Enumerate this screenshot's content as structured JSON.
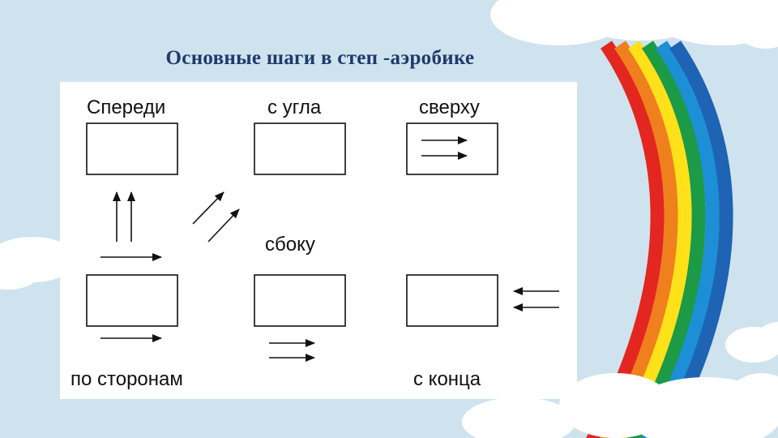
{
  "slide": {
    "title": "Основные шаги в степ -аэробике"
  },
  "diagram": {
    "labels": {
      "front": "Спереди",
      "corner": "с угла",
      "top": "сверху",
      "side": "сбоку",
      "sides": "по сторонам",
      "end": "с конца"
    }
  },
  "colors": {
    "background": "#cfe3ef",
    "title": "#1f3a6b",
    "rainbow": [
      "#e3261f",
      "#f07f1e",
      "#ffe11a",
      "#1c9a45",
      "#1c8fd6",
      "#1e63b4"
    ]
  }
}
